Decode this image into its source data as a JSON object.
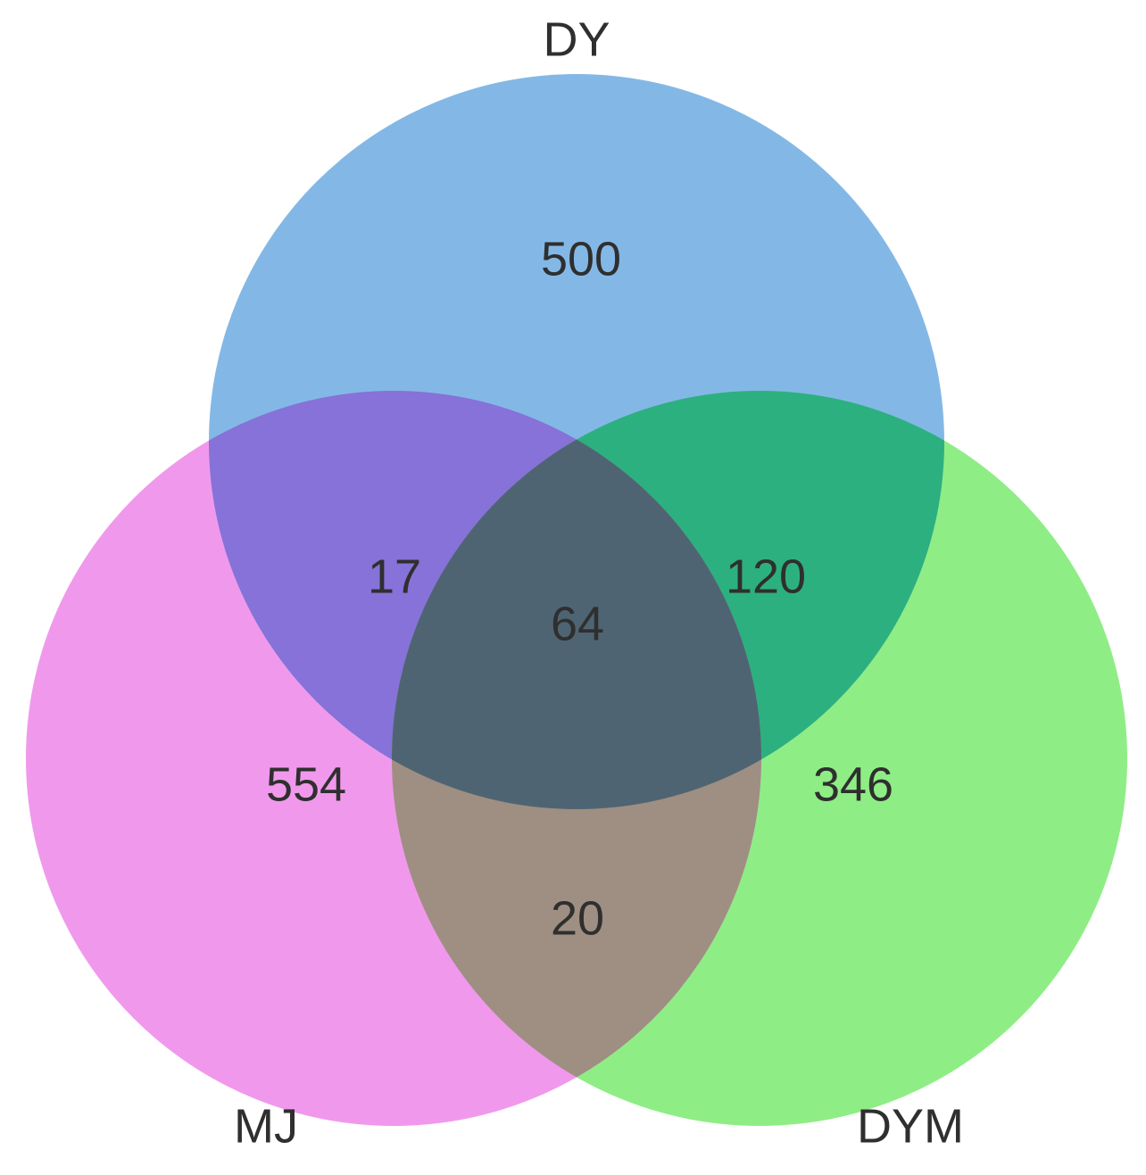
{
  "sets": [
    {
      "id": "dy",
      "label": "DY",
      "color": "#83b8e6"
    },
    {
      "id": "mj",
      "label": "MJ",
      "color": "#f099ec"
    },
    {
      "id": "dym",
      "label": "DYM",
      "color": "#8fed85"
    }
  ],
  "regions": {
    "dy_only": "500",
    "mj_only": "554",
    "dym_only": "346",
    "dy_mj": "17",
    "dy_dym": "120",
    "mj_dym": "20",
    "all": "64"
  },
  "region_colors": {
    "dy_mj": "#8672d8",
    "dy_dym": "#2db07f",
    "mj_dym": "#9e8f82",
    "all": "#4f6473"
  }
}
